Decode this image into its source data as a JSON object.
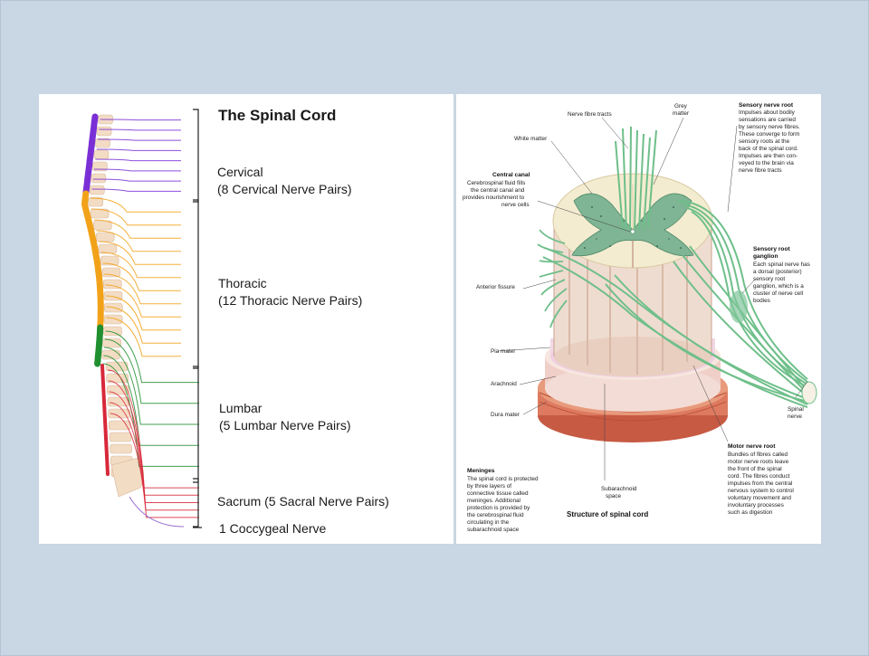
{
  "left": {
    "title": "The Spinal Cord",
    "regions": [
      {
        "name": "Cervical",
        "detail": "(8 Cervical Nerve Pairs)",
        "nerve_count": 8,
        "color": "#7a2fd6"
      },
      {
        "name": "Thoracic",
        "detail": "(12 Thoracic Nerve Pairs)",
        "nerve_count": 12,
        "color": "#f2a219"
      },
      {
        "name": "Lumbar",
        "detail": "(5 Lumbar Nerve Pairs)",
        "nerve_count": 5,
        "color": "#1f8f2f"
      },
      {
        "name": "",
        "detail": "Sacrum (5 Sacral Nerve Pairs)",
        "nerve_count": 5,
        "color": "#d8283a"
      }
    ],
    "coccygeal": "1 Coccygeal Nerve"
  },
  "right": {
    "caption": "Structure of spinal cord",
    "labels": {
      "nerve_fibre_tracts": "Nerve fibre tracts",
      "grey_matter_1": "Grey",
      "grey_matter_2": "matter",
      "white_matter": "White matter",
      "central_canal_title": "Central canal",
      "central_canal_body": [
        "Cerebrospinal fluid fills",
        "the central canal and",
        "provides nourishment to",
        "nerve cells"
      ],
      "anterior_fissure": "Anterior fissure",
      "pia_mater": "Pia mater",
      "arachnoid": "Arachnoid",
      "dura_mater": "Dura mater",
      "meninges_title": "Meninges",
      "meninges_body": [
        "The spinal cord is protected",
        "by three layers of",
        "connective tissue called",
        "meninges. Additional",
        "protection is provided by",
        "the cerebrospinal fluid",
        "circulating in the",
        "subarachnoid space"
      ],
      "subarachnoid_1": "Subarachnoid",
      "subarachnoid_2": "space",
      "sensory_root_title": "Sensory nerve root",
      "sensory_root_body": [
        "Impulses about bodily",
        "sensations are carried",
        "by sensory nerve fibres.",
        "These converge to form",
        "sensory roots at the",
        "back of the spinal cord.",
        "Impulses are then con-",
        "veyed to the brain via",
        "nerve fibre tracts"
      ],
      "ganglion_title_1": "Sensory root",
      "ganglion_title_2": "ganglion",
      "ganglion_body": [
        "Each spinal nerve has",
        "a dorsal (posterior)",
        "sensory root",
        "ganglion, which is a",
        "cluster of nerve cell",
        "bodies"
      ],
      "spinal_nerve_1": "Spinal",
      "spinal_nerve_2": "nerve",
      "motor_root_title": "Motor nerve root",
      "motor_root_body": [
        "Bundles of fibres called",
        "motor nerve roots leave",
        "the front of the spinal",
        "cord. The fibres conduct",
        "impulses from the central",
        "nervous system to control",
        "voluntary movement and",
        "involuntary processes",
        "such as digestion"
      ]
    },
    "colors": {
      "nerve": "#6fbf8a",
      "grey_matter": "#6fa98a",
      "white_matter": "#f4ecd0",
      "dura": "#dd7a5f"
    }
  }
}
